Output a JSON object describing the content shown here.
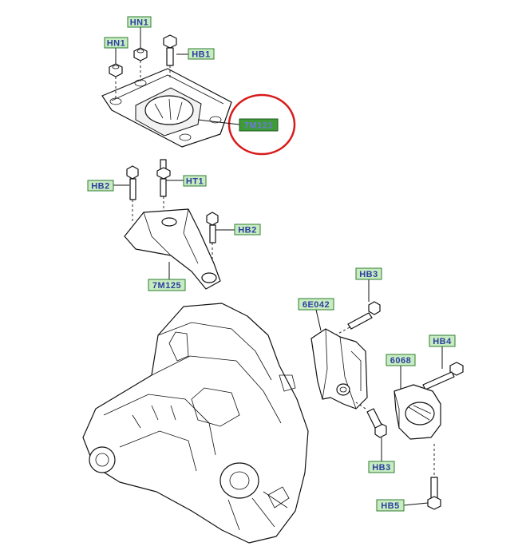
{
  "callouts": {
    "hn1_top": "HN1",
    "hn1_left": "HN1",
    "hb1": "HB1",
    "m7m121": "7M121",
    "hb2_left": "HB2",
    "ht1": "HT1",
    "hb2_right": "HB2",
    "m7m125": "7M125",
    "hb3_top": "HB3",
    "e6e042": "6E042",
    "hb4": "HB4",
    "p6068": "6068",
    "hb3_bottom": "HB3",
    "hb5": "HB5"
  },
  "colors": {
    "highlight_circle": "#d81b1b",
    "label_fill": "#c8ecc0",
    "label_text": "#2a3fa0"
  }
}
